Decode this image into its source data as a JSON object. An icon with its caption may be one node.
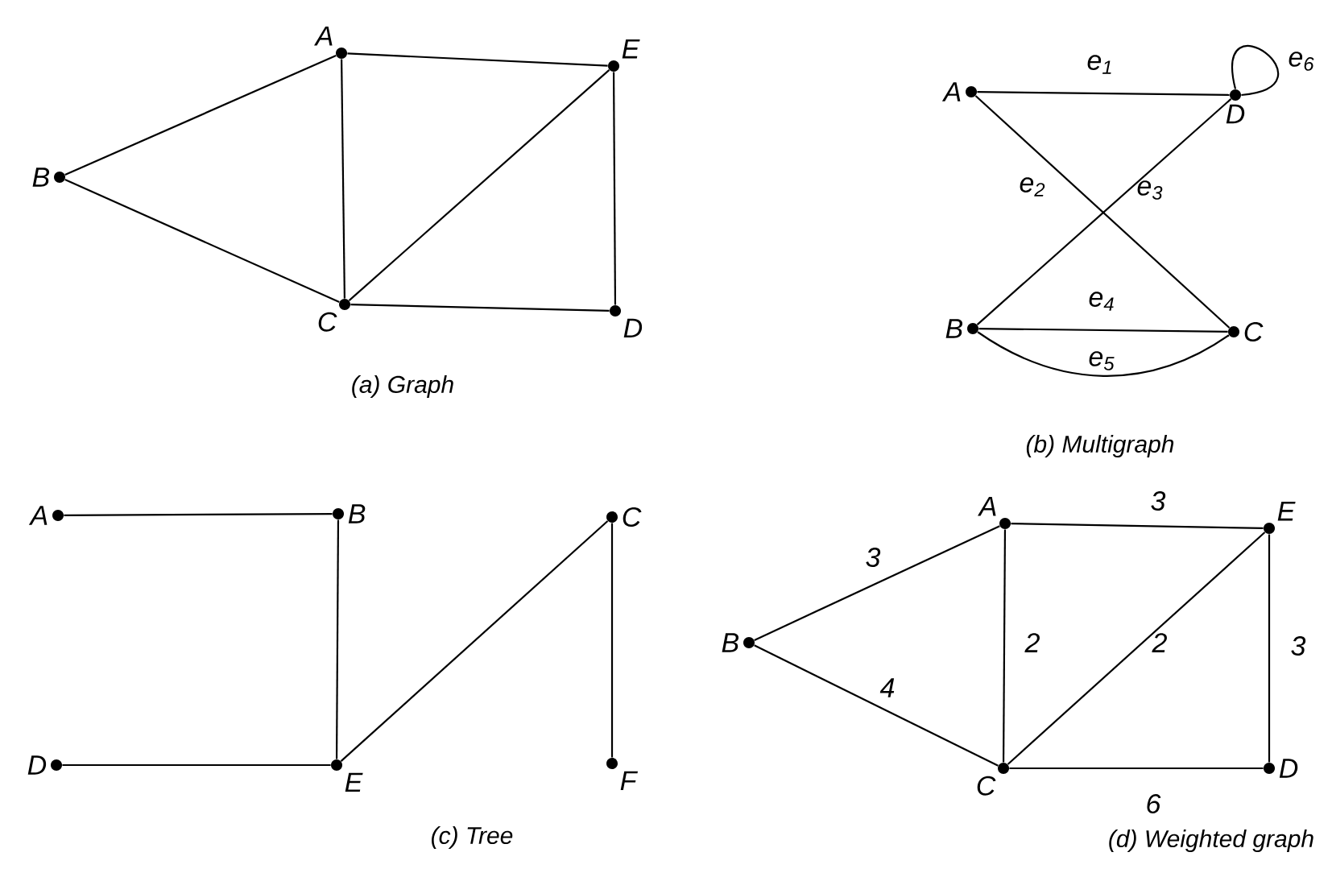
{
  "diagram": {
    "nodes": [
      {
        "text": [
          "A"
        ]
      },
      {
        "text": [
          "E"
        ]
      },
      {
        "text": [
          "B"
        ]
      },
      {
        "text": [
          "C"
        ]
      },
      {
        "text": [
          "D"
        ]
      },
      {
        "text": [
          "A"
        ]
      },
      {
        "text": [
          "D"
        ]
      },
      {
        "text": [
          "B"
        ]
      },
      {
        "text": [
          "C"
        ]
      },
      {
        "text": [
          "A"
        ]
      },
      {
        "text": [
          "B"
        ]
      },
      {
        "text": [
          "C"
        ]
      },
      {
        "text": [
          "D"
        ]
      },
      {
        "text": [
          "E"
        ]
      },
      {
        "text": [
          "F"
        ]
      },
      {
        "text": [
          "A"
        ]
      },
      {
        "text": [
          "E"
        ]
      },
      {
        "text": [
          "B"
        ]
      },
      {
        "text": [
          "C"
        ]
      },
      {
        "text": [
          "D"
        ]
      }
    ],
    "edges": [
      {
        "from": 0,
        "to": 1,
        "arrow": "none"
      },
      {
        "from": 0,
        "to": 2,
        "arrow": "none"
      },
      {
        "from": 0,
        "to": 3,
        "arrow": "none"
      },
      {
        "from": 1,
        "to": 3,
        "arrow": "none"
      },
      {
        "from": 1,
        "to": 4,
        "arrow": "none"
      },
      {
        "from": 2,
        "to": 3,
        "arrow": "none"
      },
      {
        "from": 3,
        "to": 4,
        "arrow": "none"
      },
      {
        "from": 5,
        "to": 6,
        "arrow": "none",
        "label": "e$_{1}$"
      },
      {
        "from": 5,
        "to": 8,
        "arrow": "none",
        "label": "e$_{2}$"
      },
      {
        "from": 6,
        "to": 7,
        "arrow": "none",
        "label": "e$_{3}$"
      },
      {
        "from": 7,
        "to": 8,
        "arrow": "none",
        "label": "e$_{4}$"
      },
      {
        "from": 7,
        "to": 8,
        "arrow": "none",
        "label": "e$_{5}$"
      },
      {
        "from": 6,
        "to": 6,
        "arrow": "none",
        "label": "e$_{6}$"
      },
      {
        "from": 9,
        "to": 10,
        "arrow": "none"
      },
      {
        "from": 10,
        "to": 13,
        "arrow": "none"
      },
      {
        "from": 12,
        "to": 13,
        "arrow": "none"
      },
      {
        "from": 13,
        "to": 11,
        "arrow": "none"
      },
      {
        "from": 11,
        "to": 14,
        "arrow": "none"
      },
      {
        "from": 15,
        "to": 16,
        "arrow": "none",
        "label": "3"
      },
      {
        "from": 15,
        "to": 17,
        "arrow": "none",
        "label": "3"
      },
      {
        "from": 15,
        "to": 18,
        "arrow": "none",
        "label": "2"
      },
      {
        "from": 16,
        "to": 18,
        "arrow": "none",
        "label": "2"
      },
      {
        "from": 16,
        "to": 19,
        "arrow": "none",
        "label": "3"
      },
      {
        "from": 17,
        "to": 18,
        "arrow": "none",
        "label": "4"
      },
      {
        "from": 18,
        "to": 19,
        "arrow": "none",
        "label": "6"
      }
    ],
    "labels": [
      "(a) Graph",
      "(b) Multigraph",
      "(c) Tree",
      "(d) Weighted graph"
    ]
  }
}
